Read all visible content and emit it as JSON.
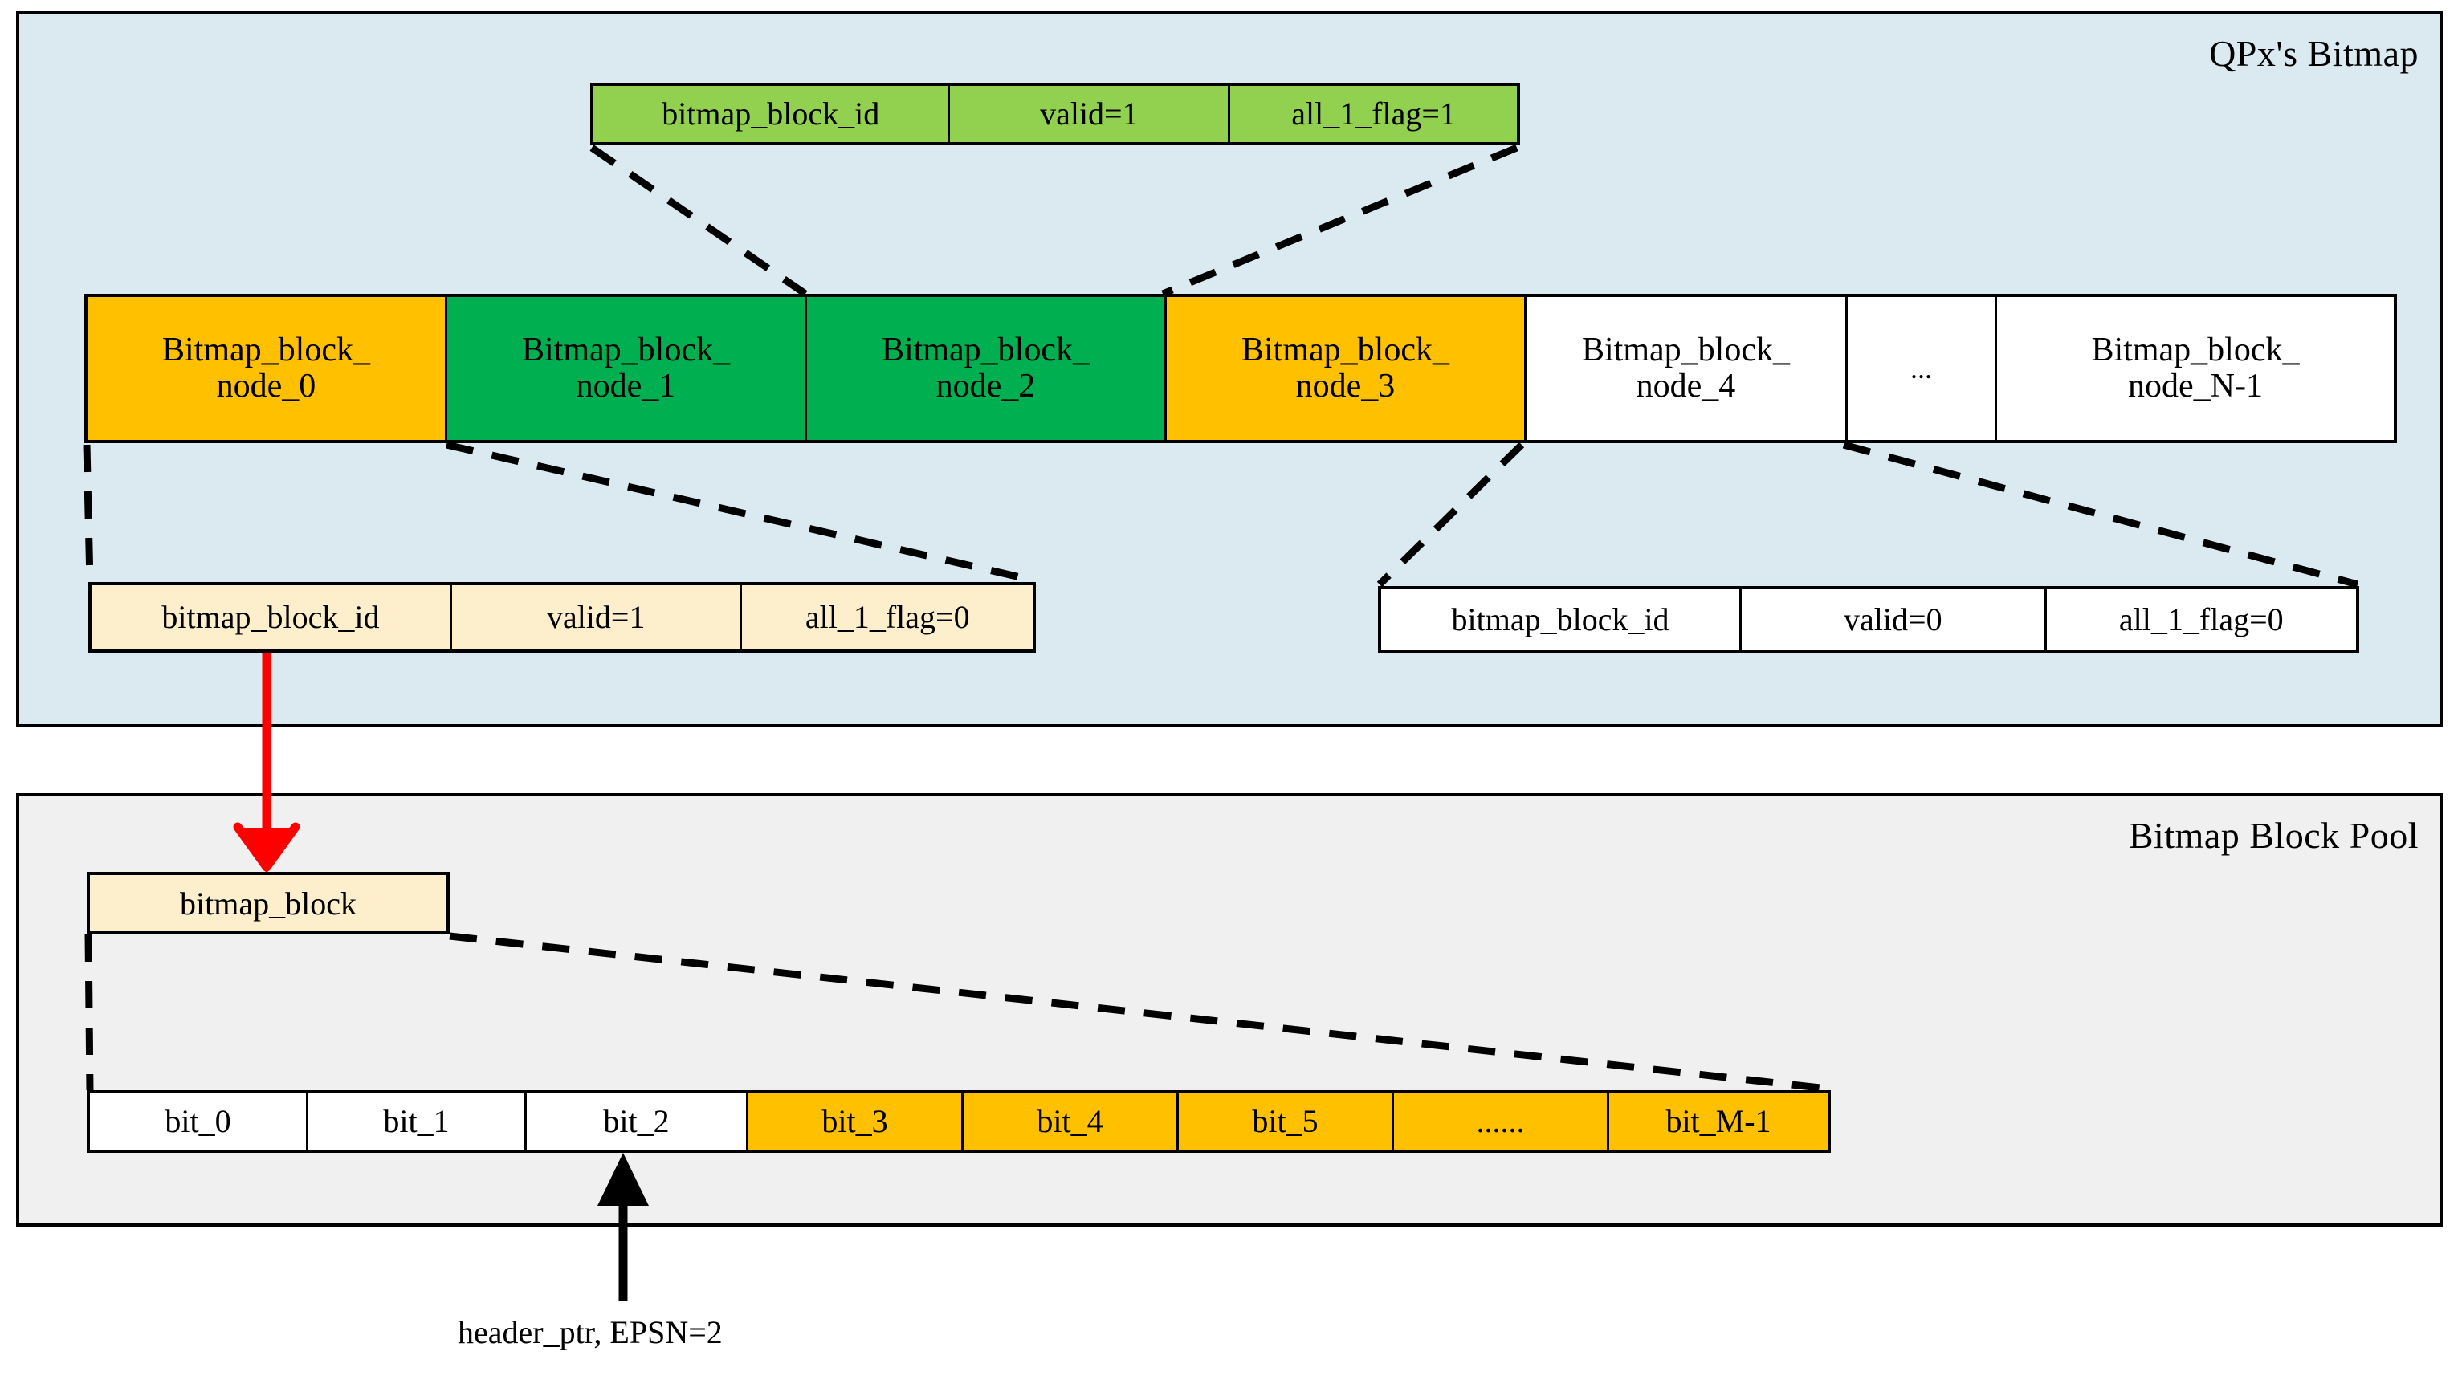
{
  "panels": {
    "bitmap": {
      "title": "QPx's Bitmap"
    },
    "pool": {
      "title": "Bitmap Block Pool"
    }
  },
  "records": {
    "green_all_one": {
      "fields": [
        "bitmap_block_id",
        "valid=1",
        "all_1_flag=1"
      ],
      "color": "#92d050"
    },
    "cream_valid": {
      "fields": [
        "bitmap_block_id",
        "valid=1",
        "all_1_flag=0"
      ],
      "color": "#fdeecc"
    },
    "white_invalid": {
      "fields": [
        "bitmap_block_id",
        "valid=0",
        "all_1_flag=0"
      ],
      "color": "#ffffff"
    }
  },
  "node_row": {
    "nodes": [
      {
        "label": "Bitmap_block_\nnode_0",
        "color": "#ffc000"
      },
      {
        "label": "Bitmap_block_\nnode_1",
        "color": "#00b050"
      },
      {
        "label": "Bitmap_block_\nnode_2",
        "color": "#00b050"
      },
      {
        "label": "Bitmap_block_\nnode_3",
        "color": "#ffc000"
      },
      {
        "label": "Bitmap_block_\nnode_4",
        "color": "#ffffff"
      },
      {
        "label": "...",
        "color": "#ffffff"
      },
      {
        "label": "Bitmap_block_\nnode_N-1",
        "color": "#ffffff"
      }
    ]
  },
  "pool": {
    "block_label": "bitmap_block",
    "bits": [
      {
        "label": "bit_0",
        "color": "#ffffff"
      },
      {
        "label": "bit_1",
        "color": "#ffffff"
      },
      {
        "label": "bit_2",
        "color": "#ffffff"
      },
      {
        "label": "bit_3",
        "color": "#ffc000"
      },
      {
        "label": "bit_4",
        "color": "#ffc000"
      },
      {
        "label": "bit_5",
        "color": "#ffc000"
      },
      {
        "label": "......",
        "color": "#ffc000"
      },
      {
        "label": "bit_M-1",
        "color": "#ffc000"
      }
    ],
    "pointer_label": "header_ptr, EPSN=2"
  },
  "colors": {
    "panel_bitmap_bg": "#daeaf0",
    "panel_pool_bg": "#f0f0f0",
    "orange": "#ffc000",
    "green_dark": "#00b050",
    "green_light": "#92d050",
    "cream": "#fdeecc",
    "red_arrow": "#ff0000",
    "stroke": "#000000"
  }
}
